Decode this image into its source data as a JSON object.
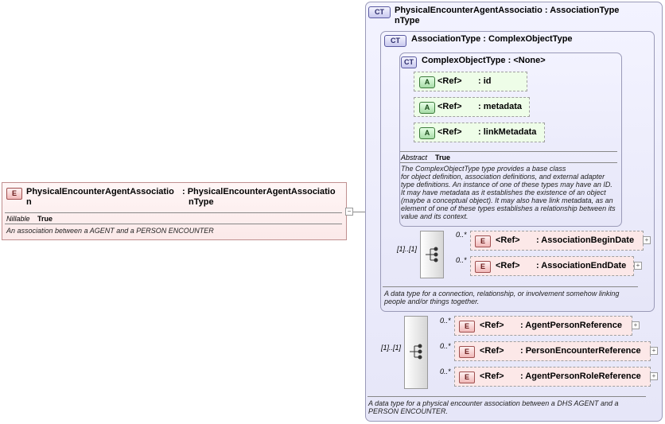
{
  "root": {
    "badge": "E",
    "name_line1": "PhysicalEncounterAgentAssociatio",
    "name_line2": "n",
    "type_line1": ": PhysicalEncounterAgentAssociatio",
    "type_line2": "nType",
    "nillable_key": "Nillable",
    "nillable_val": "True",
    "doc": "An association between a AGENT and a PERSON ENCOUNTER",
    "toggle": "−"
  },
  "outer_type": {
    "badge": "CT",
    "name_line1": "PhysicalEncounterAgentAssociatio",
    "type": ": AssociationType",
    "name_line2": "nType",
    "doc_line1": "A data type for a physical encounter association between a DHS AGENT and a",
    "doc_line2": "PERSON ENCOUNTER."
  },
  "assoc_type": {
    "badge": "CT",
    "name": "AssociationType",
    "type": ": ComplexObjectType",
    "doc_line1": "A data type for a connection, relationship, or involvement somehow linking",
    "doc_line2": "people and/or things together."
  },
  "complex_type": {
    "badge": "CT",
    "name": "ComplexObjectType",
    "type": ": <None>",
    "abstract_key": "Abstract",
    "abstract_val": "True",
    "doc": [
      "The ComplexObjectType type provides a base class",
      "for object definition, association definitions, and external adapter",
      "type definitions. An instance of one of these types may have an ID.",
      "It may have metadata as it establishes the existence of an object",
      "(maybe a conceptual object). It may also have link metadata, as an",
      "element of one of these types establishes a relationship between its",
      "value and its context."
    ],
    "attributes": [
      {
        "badge": "A",
        "ref": "<Ref>",
        "name": ": id"
      },
      {
        "badge": "A",
        "ref": "<Ref>",
        "name": ": metadata"
      },
      {
        "badge": "A",
        "ref": "<Ref>",
        "name": ": linkMetadata"
      }
    ]
  },
  "assoc_sequence": {
    "cardinality": "[1]..[1]",
    "elements": [
      {
        "badge": "E",
        "ref": "<Ref>",
        "name": ": AssociationBeginDate",
        "card": "0..*",
        "plus": "+"
      },
      {
        "badge": "E",
        "ref": "<Ref>",
        "name": ": AssociationEndDate",
        "card": "0..*",
        "plus": "+"
      }
    ]
  },
  "outer_sequence": {
    "cardinality": "[1]..[1]",
    "elements": [
      {
        "badge": "E",
        "ref": "<Ref>",
        "name": ": AgentPersonReference",
        "card": "0..*",
        "plus": "+"
      },
      {
        "badge": "E",
        "ref": "<Ref>",
        "name": ": PersonEncounterReference",
        "card": "0..*",
        "plus": "+"
      },
      {
        "badge": "E",
        "ref": "<Ref>",
        "name": ": AgentPersonRoleReference",
        "card": "0..*",
        "plus": "+"
      }
    ]
  }
}
